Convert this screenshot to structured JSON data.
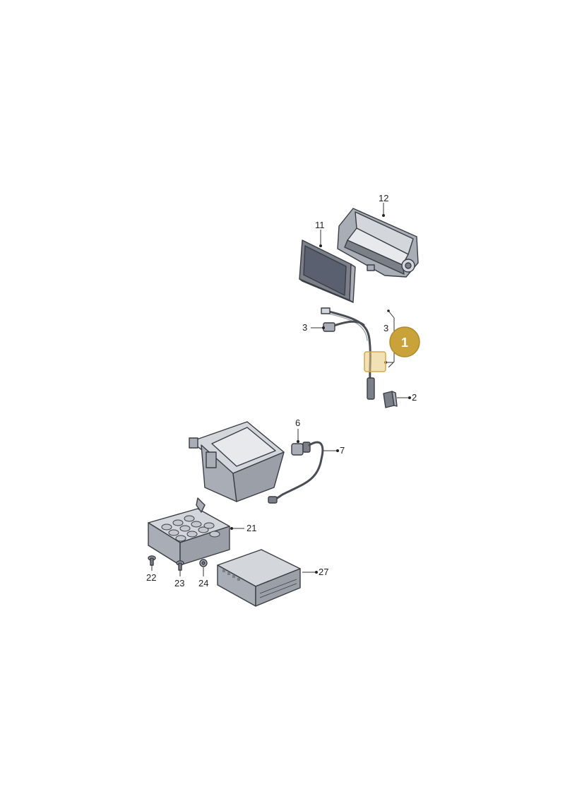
{
  "callouts": {
    "p12": "12",
    "p11": "11",
    "p3_left": "3",
    "p3_right": "3",
    "p2": "2",
    "p6": "6",
    "p7": "7",
    "p21": "21",
    "p22": "22",
    "p23": "23",
    "p24": "24",
    "p27": "27"
  },
  "badge": {
    "number": "1",
    "color": "#c9a23a"
  },
  "highlight_color": "#e8c878"
}
